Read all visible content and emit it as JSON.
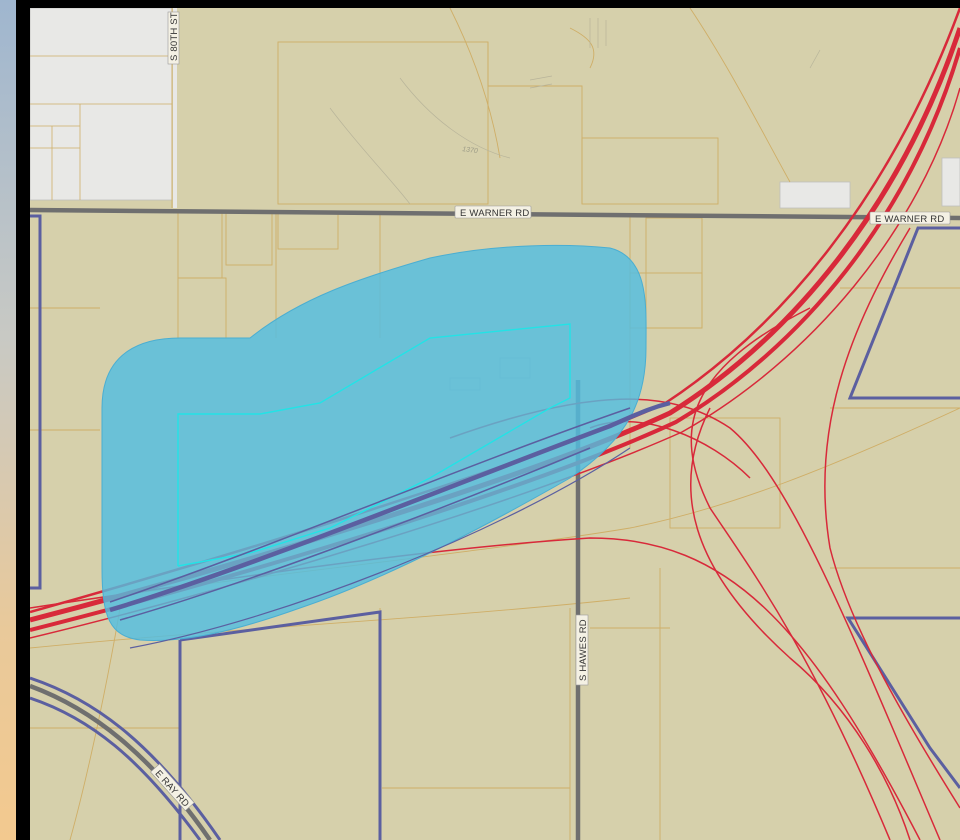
{
  "map": {
    "colors": {
      "land": "#d6d0ab",
      "parcel_line": "#cfae67",
      "developed": "#e8e8e6",
      "major_road": "#6f6f6f",
      "freeway": "#d8293a",
      "boundary": "#5b5fa0",
      "buffer_fill": "#52bde0",
      "buffer_outline": "#22e3e6"
    },
    "labels": {
      "warner_west": "E WARNER RD",
      "warner_east": "E WARNER RD",
      "s80th": "S 80TH ST",
      "hawes": "S HAWES RD",
      "ray": "E RAY RD",
      "elevation": "1370"
    }
  }
}
